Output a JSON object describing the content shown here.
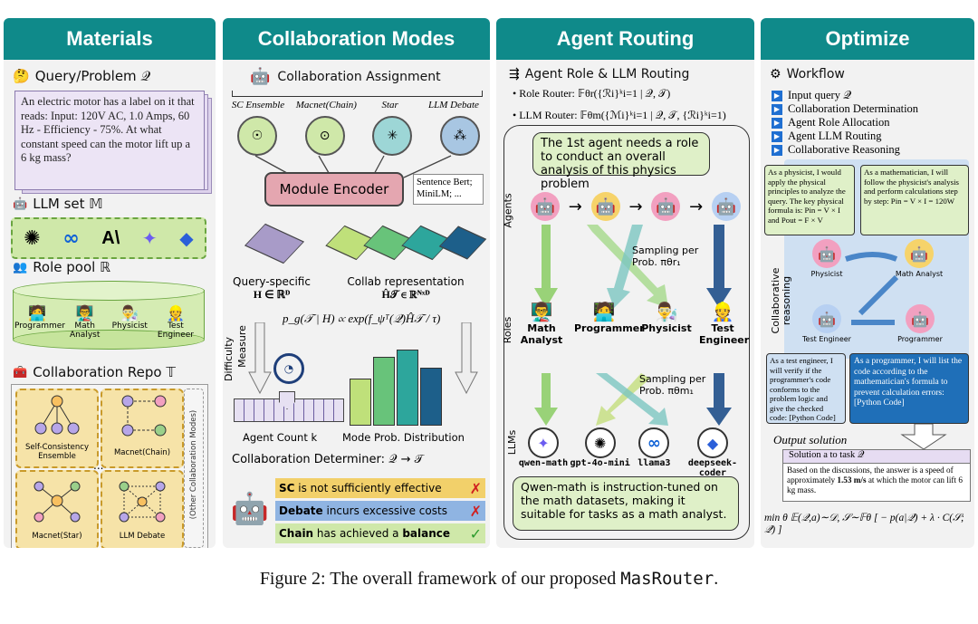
{
  "panels": {
    "materials": "Materials",
    "collab": "Collaboration Modes",
    "routing": "Agent Routing",
    "optimize": "Optimize"
  },
  "materials": {
    "query_title": "Query/Problem 𝒬",
    "query_text": "An electric motor has a label on it that reads: Input: 120V AC, 1.0 Amps, 60 Hz - Efficiency - 75%. At what constant speed can the motor lift up a 6 kg mass?",
    "llm_title": "LLM set 𝕄",
    "role_title": "Role pool ℝ",
    "roles": [
      "Programmer",
      "Math Analyst",
      "Physicist",
      "Test Engineer"
    ],
    "repo_title": "Collaboration Repo 𝕋",
    "repo_items": [
      "Self-Consistency Ensemble",
      "Macnet(Chain)",
      "Macnet(Star)",
      "LLM Debate"
    ],
    "repo_side": "(Other Collaboration Modes)",
    "repo_dots": "...",
    "repo_bot_dots": "......"
  },
  "collab": {
    "assign_title": "Collaboration Assignment",
    "modes": [
      "SC Ensemble",
      "Macnet(Chain)",
      "Star",
      "LLM Debate"
    ],
    "encoder": "Module Encoder",
    "sbert": "Sentence Bert; MiniLM; ...",
    "query_specific": "Query-specific",
    "h_rd": "H ∈ ℝᴰ",
    "collab_rep": "Collab representation",
    "h_t": "Ĥ𝒯 ∈ ℝᴺˣᴰ",
    "formula": "p_g(𝒯 | H) ∝ exp(f_ψᵀ(𝒬)Ĥ𝒯 / τ)",
    "difficulty": "Difficulty",
    "measure": "Measure",
    "agent_count": "Agent Count k",
    "mode_prob": "Mode Prob. Distribution",
    "determiner": "Collaboration Determiner: 𝒬 → 𝒯",
    "judge": [
      {
        "bold": "SC",
        "rest": " is not sufficiently effective",
        "mark": "✗"
      },
      {
        "bold": "Debate",
        "rest": " incurs excessive costs",
        "mark": "✗"
      },
      {
        "bold": "Chain",
        "rest": " has achieved a ",
        "bold2": "balance",
        "mark": "✓"
      }
    ]
  },
  "routing": {
    "title": "Agent Role & LLM Routing",
    "role_router": "Role Router: 𝔽θr({ℛi}ᵏi=1 | 𝒬, 𝒯)",
    "llm_router": "LLM Router: 𝔽θm({ℳi}ᵏi=1 | 𝒬, 𝒯, {ℛi}ᵏi=1)",
    "bubble": "The 1st agent needs a role to conduct an overall analysis of this physics problem",
    "agents_label": "Agents",
    "roles_label": "Roles",
    "llms_label": "LLMs",
    "sampling1": "Sampling per Prob. πθr₁",
    "sampling2": "Sampling per Prob. πθm₁",
    "roles": [
      "Math Analyst",
      "Programmer",
      "Physicist",
      "Test Engineer"
    ],
    "llms": [
      "qwen-math",
      "gpt-4o-mini",
      "llama3",
      "deepseek-coder"
    ],
    "note": "Qwen-math is instruction-tuned on the math datasets, making it suitable for tasks as a math analyst."
  },
  "optimize": {
    "workflow_title": "Workflow",
    "steps": [
      "Input query 𝒬",
      "Collaboration Determination",
      "Agent Role Allocation",
      "Agent LLM Routing",
      "Collaborative Reasoning"
    ],
    "physicist_text": "As a physicist, I would apply the physical principles to analyze the query. The key physical formula is: Pin = V × I and Pout = F × V",
    "math_text": "As a mathematician, I will follow the physicist's analysis and perform calculations step by step: Pin = V × I = 120W",
    "collab_reasoning": "Collaborative reasoning",
    "agent_labels": [
      "Physicist",
      "Math Analyst",
      "Test Engineer",
      "Programmer"
    ],
    "test_text": "As a test engineer, I will verify if the programmer's code conforms to the problem logic and give the checked code: [Python Code]",
    "prog_text": "As a programmer, I will list the code according to the mathematician's formula to prevent calculation errors: [Python Code]",
    "output_title": "Output solution",
    "solution_head": "Solution a to task 𝒬",
    "solution_text_a": "Based on the discussions, the answer is a speed of approximately ",
    "solution_bold": "1.53 m/s",
    "solution_text_b": " at which the motor can lift 6 kg mass.",
    "objective": "min θ  𝔼(𝒬,a)∼𝒟, 𝒮∼𝔽θ [ − p(a|𝒬) + λ · C(𝒮; 𝒬) ]"
  },
  "caption_a": "Figure 2: The overall framework of our proposed ",
  "caption_b": "MasRouter",
  "caption_c": ".",
  "colors": {
    "header": "#0f8a8a",
    "green_box": "#dff0c8",
    "lavender": "#e8e0f2"
  }
}
